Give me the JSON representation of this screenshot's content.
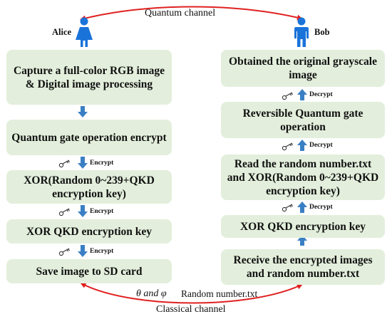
{
  "channels": {
    "quantum": "Quantum channel",
    "classical": "Classical channel",
    "params": "θ and φ",
    "random_file": "Random number.txt"
  },
  "alice": {
    "name": "Alice",
    "steps": [
      "Capture a full-color RGB image & Digital image processing",
      "Quantum gate operation encrypt",
      "XOR(Random 0~239+QKD encryption key)",
      "XOR QKD encryption key",
      "Save image to SD card"
    ],
    "arrow_label": "Encrypt"
  },
  "bob": {
    "name": "Bob",
    "steps": [
      "Obtained the original grayscale image",
      "Reversible Quantum gate operation",
      "Read the random number.txt and XOR(Random 0~239+QKD encryption key)",
      "XOR QKD encryption key",
      "Receive the encrypted images and random number.txt"
    ],
    "arrow_label": "Decrypt"
  },
  "colors": {
    "box_fill": "#e3efdc",
    "arrow_blue": "#3a7fc4",
    "person_blue": "#1a73d9",
    "channel_red": "#e02020"
  }
}
